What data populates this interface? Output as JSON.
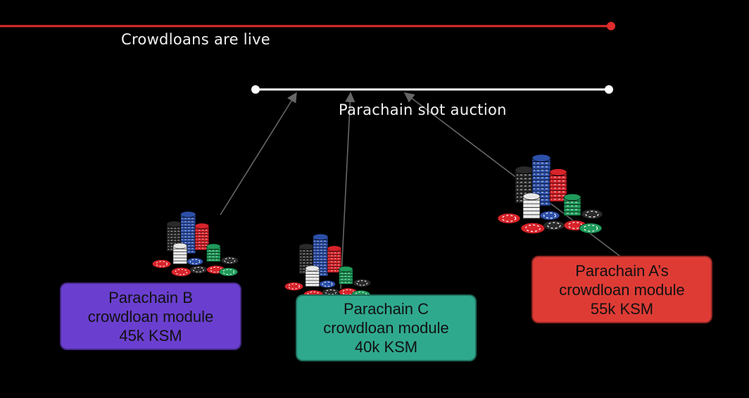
{
  "timeline": {
    "crowdloans_label": "Crowdloans are live",
    "auction_label": "Parachain slot auction",
    "crowdloan_color": "#e02b2b",
    "auction_color": "#ffffff"
  },
  "modules": [
    {
      "id": "b",
      "line1": "Parachain B",
      "line2": "crowdloan module",
      "line3": "45k KSM",
      "color": "#6a3fcf"
    },
    {
      "id": "c",
      "line1": "Parachain C",
      "line2": "crowdloan module",
      "line3": "40k KSM",
      "color": "#2fa98e"
    },
    {
      "id": "a",
      "line1": "Parachain A’s",
      "line2": "crowdloan module",
      "line3": "55k KSM",
      "color": "#df3b35"
    }
  ],
  "chip_colors": {
    "red": "#d8232a",
    "blue": "#2c4fa8",
    "black": "#2a2a2a",
    "white": "#e8e8e8",
    "green": "#1f9a5a"
  }
}
